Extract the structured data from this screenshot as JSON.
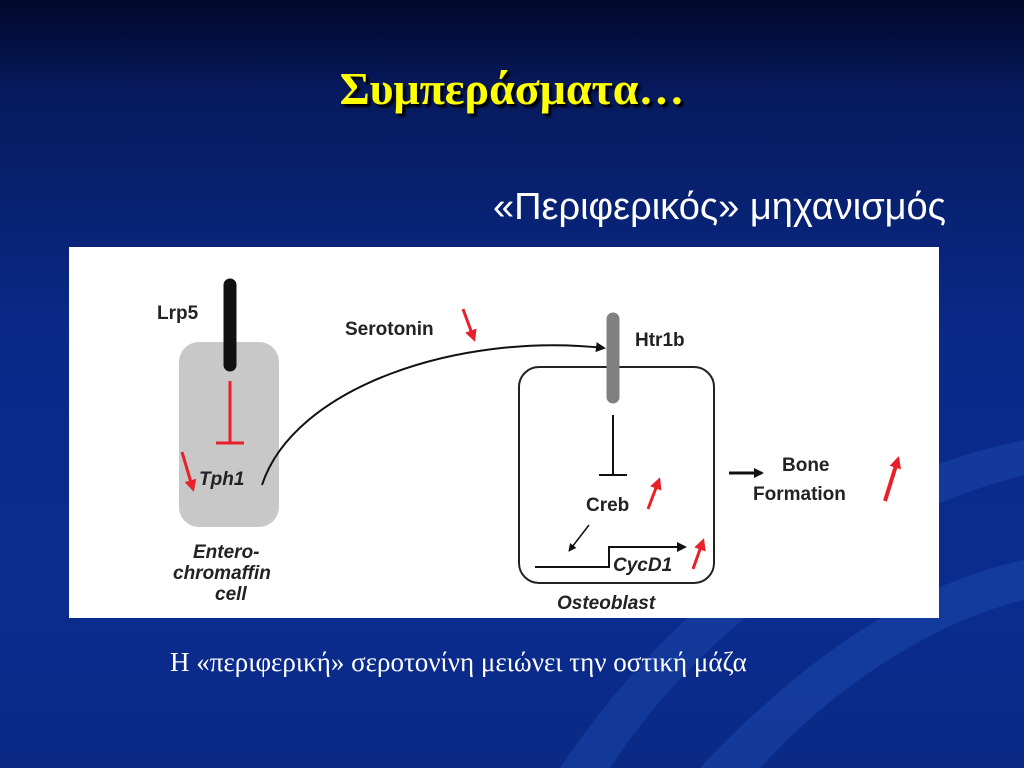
{
  "slide": {
    "title": "Συμπεράσματα…",
    "subtitle": "«Περιφερικός» μηχανισμός",
    "caption": "Η «περιφερική» σεροτονίνη μειώνει την οστική μάζα"
  },
  "diagram": {
    "labels": {
      "lrp5": "Lrp5",
      "tph1": "Tph1",
      "serotonin": "Serotonin",
      "htr1b": "Htr1b",
      "creb": "Creb",
      "cycd1": "CycD1",
      "bone_line1": "Bone",
      "bone_line2": "Formation",
      "entero_line1": "Entero-",
      "entero_line2": "chromaffin",
      "entero_line3": "cell",
      "osteoblast": "Osteoblast"
    },
    "colors": {
      "inhibit_red": "#e8202a",
      "cell_gray": "#c8c8c8",
      "receptor_gray": "#808080",
      "dark": "#111111"
    }
  }
}
